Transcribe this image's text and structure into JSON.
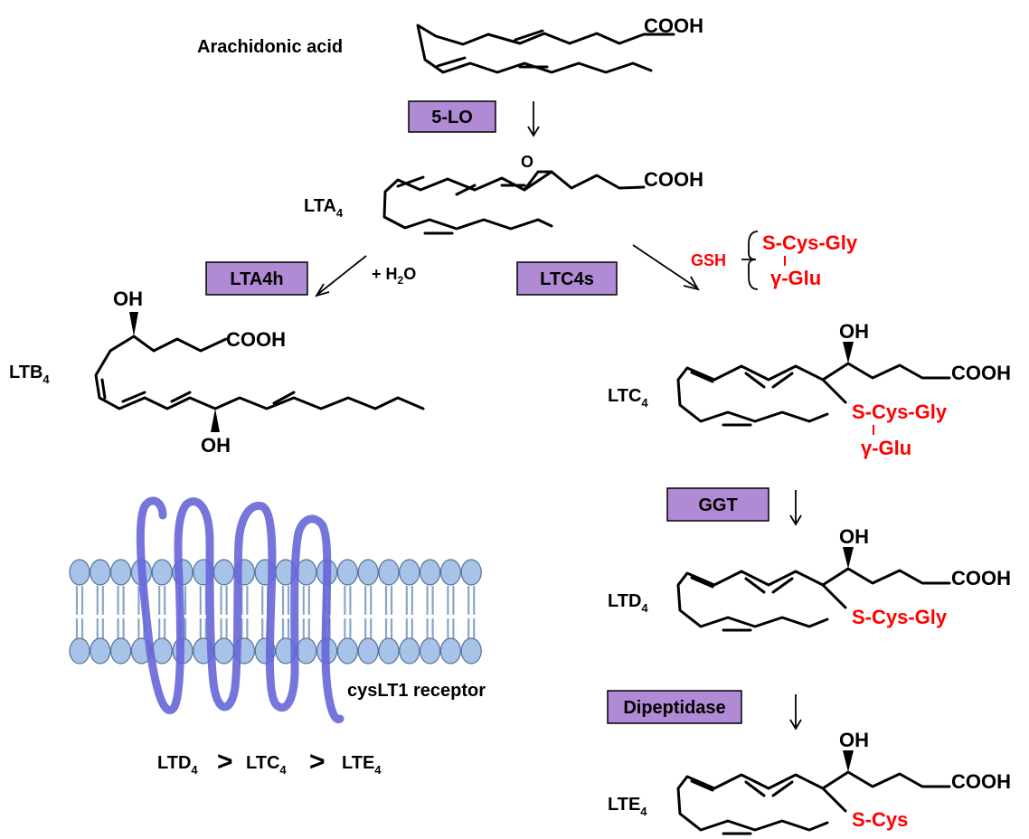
{
  "compounds": {
    "arachidonic_acid": "Arachidonic acid",
    "lta4_main": "LTA",
    "lta4_sub": "4",
    "ltb4_main": "LTB",
    "ltb4_sub": "4",
    "ltc4_main": "LTC",
    "ltc4_sub": "4",
    "ltd4_main": "LTD",
    "ltd4_sub": "4",
    "lte4_main": "LTE",
    "lte4_sub": "4"
  },
  "groups": {
    "cooh": "COOH",
    "oh": "OH",
    "o": "O",
    "s_cys_gly": "S-Cys-Gly",
    "gamma_glu": "γ-Glu",
    "s_cys": "S-Cys",
    "gsh": "GSH"
  },
  "enzymes": {
    "five_lo": "5-LO",
    "lta4h": "LTA4h",
    "ltc4s": "LTC4s",
    "ggt": "GGT",
    "dipeptidase": "Dipeptidase"
  },
  "reagents": {
    "water_prefix": "+ H",
    "water_sub": "2",
    "water_suffix": "O"
  },
  "receptor": {
    "label": "cysLT1 receptor"
  },
  "potency": {
    "a_main": "LTD",
    "a_sub": "4",
    "b_main": "LTC",
    "b_sub": "4",
    "c_main": "LTE",
    "c_sub": "4",
    "gt": ">"
  },
  "colors": {
    "enzyme_box": "#b08ad4",
    "glutathione_text": "#ff0000",
    "receptor_helix": "#6666d8",
    "membrane_head": "#a7c3e8"
  }
}
